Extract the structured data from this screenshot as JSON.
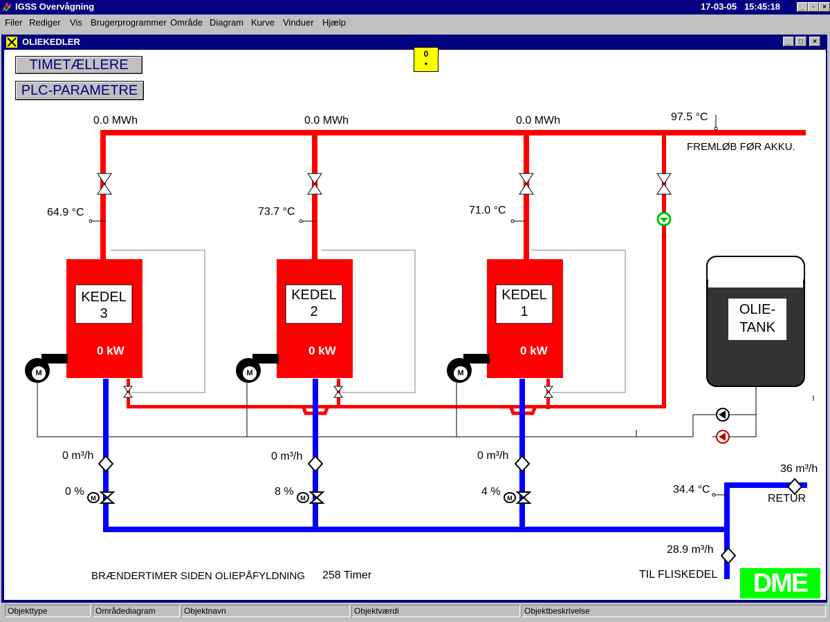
{
  "app": {
    "title": "IGSS Overvågning",
    "date": "17-03-05",
    "time": "15:45:18"
  },
  "menu": [
    "Filer",
    "Rediger",
    "Vis",
    "Brugerprogrammer",
    "Område",
    "Diagram",
    "Kurve",
    "Vinduer",
    "Hjælp"
  ],
  "window": {
    "title": "OLIEKEDLER"
  },
  "buttons": {
    "timers": "TIMETÆLLERE",
    "plc": "PLC-PARAMETRE"
  },
  "alarm": {
    "count": "0",
    "dot": "•"
  },
  "header": {
    "flow_temp": "97.5 °C",
    "flow_label": "FREMLØB FØR AKKU."
  },
  "boilers": [
    {
      "energy": "0.0 MWh",
      "temp": "64.9 °C",
      "label_line1": "KEDEL",
      "label_line2": "3",
      "power": "0 kW",
      "flow": "0 m³/h",
      "valve": "0 %"
    },
    {
      "energy": "0.0 MWh",
      "temp": "73.7 °C",
      "label_line1": "KEDEL",
      "label_line2": "2",
      "power": "0 kW",
      "flow": "0 m³/h",
      "valve": "8 %"
    },
    {
      "energy": "0.0 MWh",
      "temp": "71.0 °C",
      "label_line1": "KEDEL",
      "label_line2": "1",
      "power": "0 kW",
      "flow": "0 m³/h",
      "valve": "4 %"
    }
  ],
  "tank": {
    "line1": "OLIE-",
    "line2": "TANK"
  },
  "return": {
    "flow": "36 m³/h",
    "temp": "34.4 °C",
    "label": "RETUR"
  },
  "fliskedel": {
    "flow": "28.9 m³/h",
    "label": "TIL FLISKEDEL"
  },
  "burner_hours": {
    "label": "BRÆNDERTIMER SIDEN OLIEPÅFYLDNING",
    "value": "258 Timer"
  },
  "logo": {
    "text": "DME"
  },
  "colors": {
    "hot": "#ff0000",
    "cold": "#0000ff",
    "pump": "#00c000",
    "titlebar": "#000080",
    "logo": "#00ff00"
  },
  "statusbar": [
    "Objekttype",
    "Områdediagram",
    "Objektnavn",
    "Objektværdi",
    "Objektbeskrivelse"
  ]
}
